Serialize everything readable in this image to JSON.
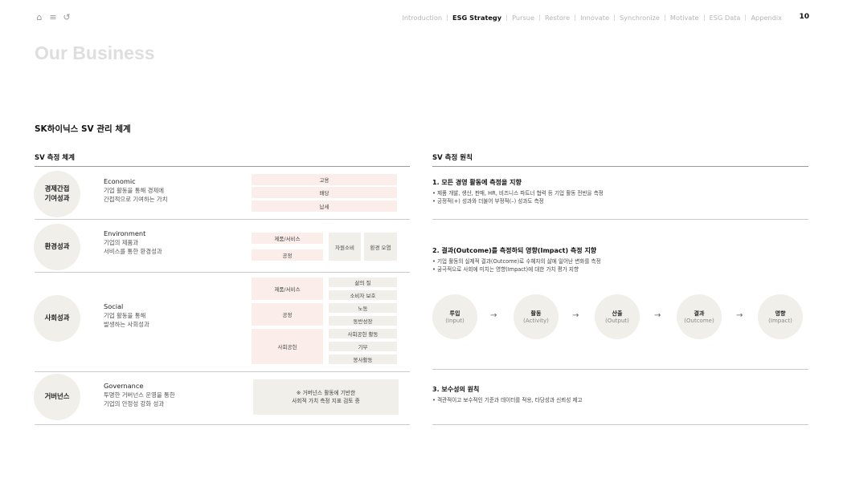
{
  "header": {
    "icons": [
      "home-icon",
      "menu-icon",
      "back-icon"
    ],
    "nav": [
      "Introduction",
      "ESG Strategy",
      "Pursue",
      "Restore",
      "Innovate",
      "Synchronize",
      "Motivate",
      "ESG Data",
      "Appendix"
    ],
    "active_nav": "ESG Strategy",
    "page_number": "10"
  },
  "page_title": "Our Business",
  "section_title": "SK하이닉스 SV 관리 체계",
  "left": {
    "heading": "SV 측정 체계",
    "rows": [
      {
        "circle": "경제간접\n기여성과",
        "en": "Economic",
        "desc": "기업 활동을 통해 경제에\n간접적으로 기여하는 가치",
        "items": [
          "고용",
          "배당",
          "납세"
        ]
      },
      {
        "circle": "환경성과",
        "en": "Environment",
        "desc": "기업의 제품과\n서비스를 통한 환경성과",
        "left_items": [
          "제품/서비스",
          "공정"
        ],
        "right_items": [
          "자원소비",
          "환경 오염"
        ]
      },
      {
        "circle": "사회성과",
        "en": "Social",
        "desc": "기업 활동을 통해\n발생하는 사회성과",
        "groups": [
          {
            "label": "제품/서비스",
            "items": [
              "삶의 질",
              "소비자 보호"
            ]
          },
          {
            "label": "공정",
            "items": [
              "노동",
              "동반성장"
            ]
          },
          {
            "label": "사회공헌",
            "items": [
              "사회공헌 활동",
              "기부",
              "봉사활동"
            ]
          }
        ]
      },
      {
        "circle": "거버넌스",
        "en": "Governance",
        "desc": "투명한 거버넌스 운영을 통한\n기업의 안정성 강화 성과",
        "note": "※ 거버넌스 활동에 기반한\n사회적 가치 측정 지표 검토 중"
      }
    ]
  },
  "right": {
    "heading": "SV 측정 원칙",
    "principles": [
      {
        "title": "1. 모든 경영 활동에 측정을 지향",
        "bullets": [
          "• 제품 개발, 생산, 판매, HR, 비즈니스 파트너 협력 등 기업 활동 전반을 측정",
          "• 긍정적(+) 성과와 더불어 부정적(–) 성과도 측정"
        ]
      },
      {
        "title": "2. 결과(Outcome)를 측정하되 영향(Impact) 측정 지향",
        "bullets": [
          "• 기업 활동의 실제적 결과(Outcome)로 수혜자의 삶에 일어난 변화를 측정",
          "• 궁극적으로 사회에 미치는 영향(Impact)에 대한 가치 평가 지향"
        ]
      },
      {
        "title": "3. 보수성의 원칙",
        "bullets": [
          "• 객관적이고 보수적인 기준과 데이터를 적용, 타당성과 신뢰성 제고"
        ]
      }
    ],
    "flow": [
      {
        "ko": "투입",
        "en": "(Input)"
      },
      {
        "ko": "활동",
        "en": "(Activity)"
      },
      {
        "ko": "산출",
        "en": "(Output)"
      },
      {
        "ko": "결과",
        "en": "(Outcome)"
      },
      {
        "ko": "영향",
        "en": "(Impact)"
      }
    ],
    "arrow": "→"
  }
}
